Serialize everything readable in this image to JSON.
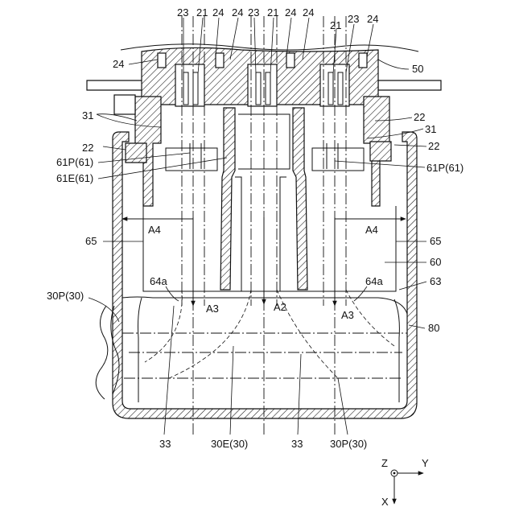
{
  "labels": {
    "top": [
      "23",
      "21",
      "24",
      "24",
      "23",
      "21",
      "24",
      "24",
      "21",
      "23",
      "24"
    ],
    "l24": "24",
    "l50": "50",
    "l31_left": "31",
    "l22_right_top": "22",
    "l31_right": "31",
    "l22_left": "22",
    "l22_right": "22",
    "l61P_left": "61P(61)",
    "l61E": "61E(61)",
    "l61P_right": "61P(61)",
    "lA4_left": "A4",
    "lA4_right": "A4",
    "l65_left": "65",
    "l65_right": "65",
    "l60": "60",
    "l64a_left": "64a",
    "l64a_right": "64a",
    "l63": "63",
    "l30P_left": "30P(30)",
    "lA3_left": "A3",
    "lA2": "A2",
    "lA3_right": "A3",
    "l80": "80",
    "b33_left": "33",
    "b30E": "30E(30)",
    "b33_right": "33",
    "b30P": "30P(30)"
  },
  "axes": {
    "z": "Z",
    "y": "Y",
    "x": "X"
  }
}
